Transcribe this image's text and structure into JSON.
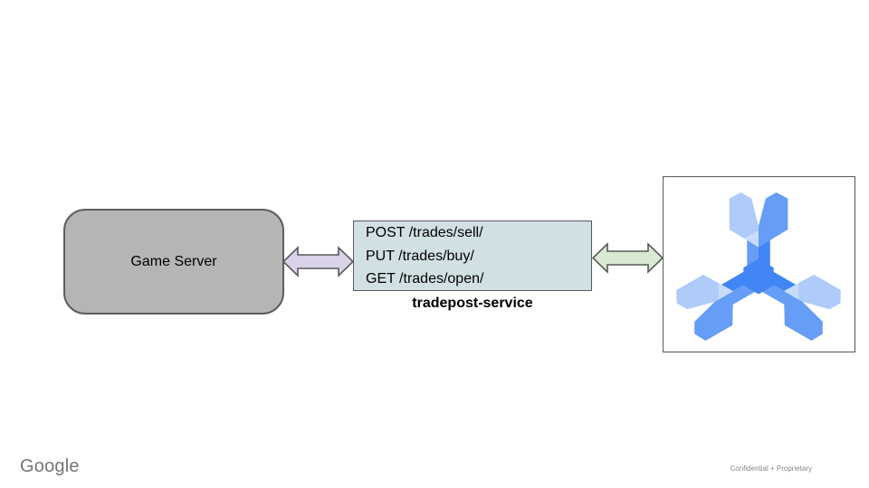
{
  "theme": {
    "canvas_bg": "#ffffff",
    "outline": "#595959",
    "gray_fill": "#b5b5b5",
    "gray_border": "#5e5e5e",
    "service_fill": "#d0e0e3",
    "arrow_purple": "#d9d2e9",
    "arrow_green": "#d9ead3",
    "spanner_dark": "#4285f4",
    "spanner_medium": "#669df6",
    "spanner_light": "#aecbfa",
    "spanner_lightest": "#c9dcfc",
    "text": "#000000",
    "footer_gray": "#757575",
    "footnote_gray": "#82868a"
  },
  "diagram": {
    "game_server_label": "Game Server",
    "service": {
      "lines": [
        "POST /trades/sell/",
        "PUT /trades/buy/",
        "GET /trades/open/"
      ],
      "caption": "tradepost-service"
    },
    "arrows": [
      {
        "name": "game-to-service",
        "fill": "#d9d2e9"
      },
      {
        "name": "service-to-spanner",
        "fill": "#d9ead3"
      }
    ],
    "spanner_icon": "cloud-spanner-icon"
  },
  "footer": {
    "brand": "Google",
    "note": "Confidential + Proprietary"
  }
}
